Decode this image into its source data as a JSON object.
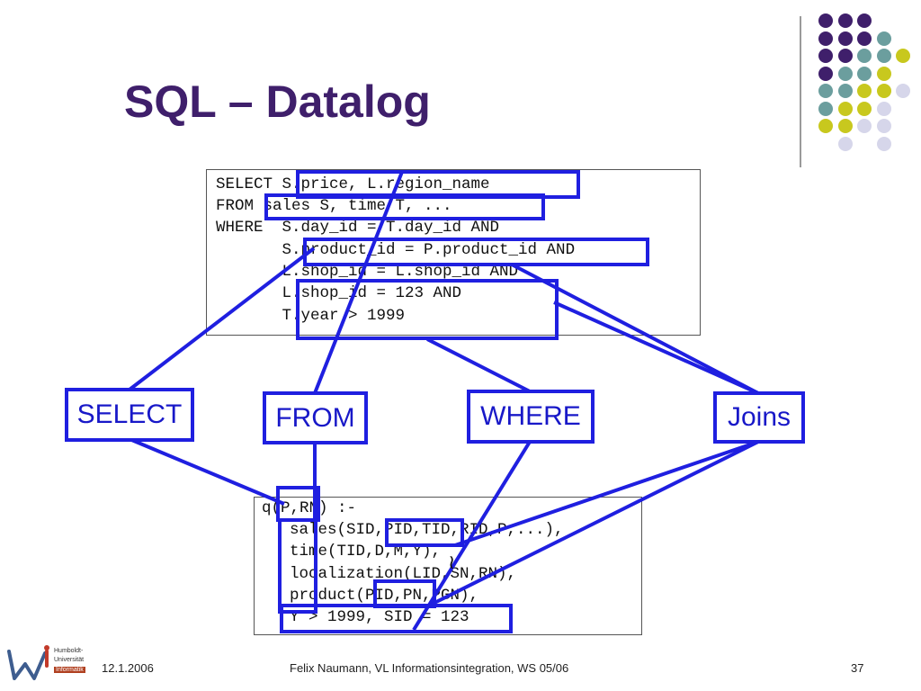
{
  "slide": {
    "title": "SQL – Datalog",
    "sql_lines": [
      "SELECT S.price, L.region_name",
      "FROM sales S, time T, ...",
      "WHERE  S.day_id = T.day_id AND",
      "       S.product_id = P.product_id AND",
      "       L.shop_id = L.shop_id AND",
      "       L.shop_id = 123 AND",
      "       T.year > 1999"
    ],
    "datalog_lines": [
      "q(P,RN) :-",
      "  sales(SID,PID,TID,RID,P,...),",
      "  time(TID,D,M,Y),",
      "  localization(LID,SN,RN),",
      "  product(PID,PN,PGN),",
      "  Y > 1999, SID = 123"
    ],
    "labels": {
      "select": "SELECT",
      "from": "FROM",
      "where": "WHERE",
      "joins": "Joins"
    },
    "approx_symbol": "≀"
  },
  "footer": {
    "date": "12.1.2006",
    "author": "Felix Naumann, VL Informationsintegration, WS 05/06",
    "page": "37"
  },
  "logo": {
    "line1": "Humboldt-",
    "line2": "Universität",
    "line3": "Informatik"
  },
  "colors": {
    "title": "#3f1f6b",
    "highlight": "#1f1fe0",
    "dot_purple": "#3f1f6b",
    "dot_teal": "#6b9e9e",
    "dot_yellow": "#c8c81e",
    "dot_lavender": "#d6d6ea"
  }
}
